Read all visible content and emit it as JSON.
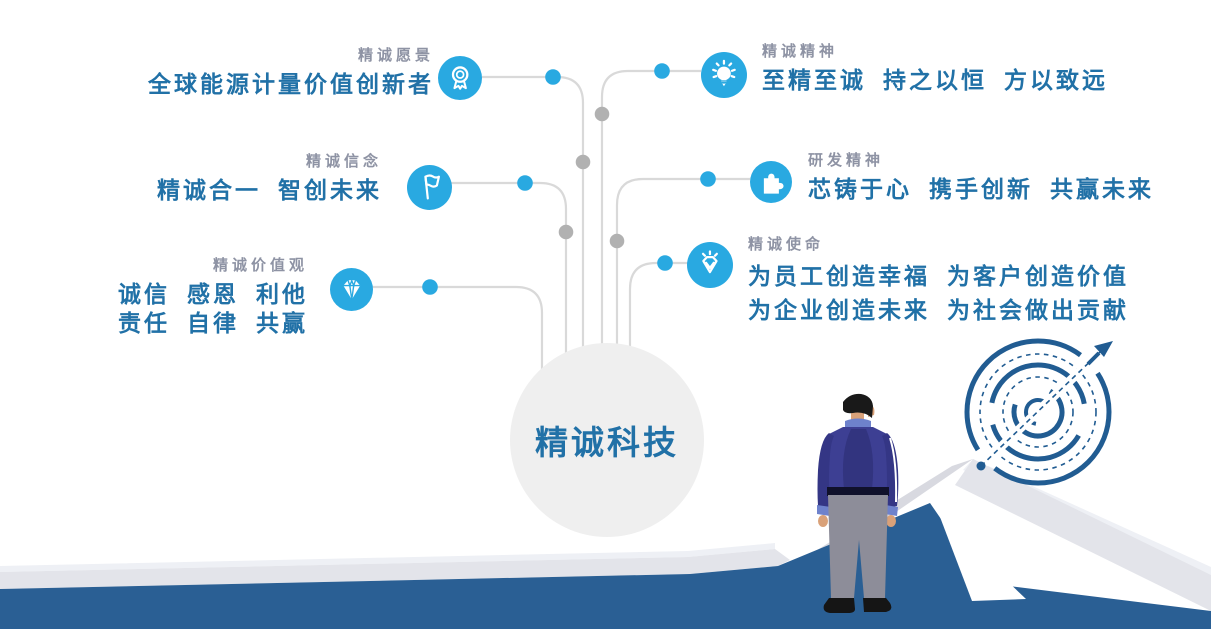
{
  "center": {
    "label": "精诚科技"
  },
  "items": [
    {
      "id": "vision",
      "side": "left",
      "label": "精诚愿景",
      "lines": [
        "全球能源计量价值创新者"
      ],
      "icon": "medal-icon"
    },
    {
      "id": "belief",
      "side": "left",
      "label": "精诚信念",
      "lines": [
        "精诚合一 智创未来"
      ],
      "icon": "flag-icon"
    },
    {
      "id": "values",
      "side": "left",
      "label": "精诚价值观",
      "lines": [
        "诚信 感恩 利他",
        "责任 自律 共赢"
      ],
      "icon": "diamond-icon"
    },
    {
      "id": "spirit",
      "side": "right",
      "label": "精诚精神",
      "lines": [
        "至精至诚 持之以恒 方以致远"
      ],
      "icon": "lightbulb-icon"
    },
    {
      "id": "rd-spirit",
      "side": "right",
      "label": "研发精神",
      "lines": [
        "芯铸于心 携手创新 共赢未来"
      ],
      "icon": "puzzle-icon"
    },
    {
      "id": "mission",
      "side": "right",
      "label": "精诚使命",
      "lines": [
        "为员工创造幸福 为客户创造价值",
        "为企业创造未来 为社会做出贡献"
      ],
      "icon": "gem-icon"
    }
  ],
  "colors": {
    "accent_blue": "#29a9e1",
    "heading_blue": "#2171a7",
    "label_gray": "#8e93a4",
    "line_gray": "#d9d9d9",
    "dot_gray": "#b1b1b1",
    "center_circle_gray": "#efefef",
    "ground_blue": "#2a5f94",
    "band_gray": "#e3e4ea",
    "maze_blue": "#215c92"
  },
  "graphics": {
    "person": "businessman-back-view",
    "maze": "circular-maze-target-with-arrow",
    "ground": "blue-peak-landscape"
  }
}
